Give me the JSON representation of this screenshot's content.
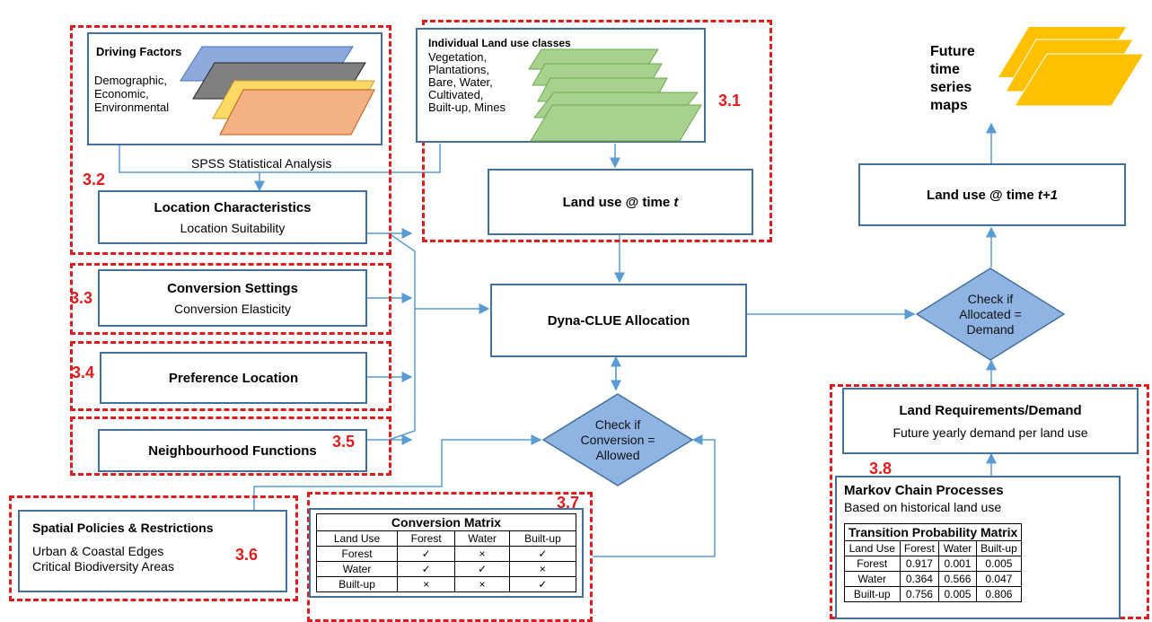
{
  "driving": {
    "title": "Driving Factors",
    "list": [
      "Demographic,",
      "Economic,",
      "Environmental"
    ]
  },
  "landuse_classes": {
    "title": "Individual Land use classes",
    "list": [
      "Vegetation,",
      "Plantations,",
      "Bare, Water,",
      "Cultivated,",
      "Built-up, Mines"
    ]
  },
  "spss": "SPSS Statistical Analysis",
  "future_maps": [
    "Future",
    "time",
    "series",
    "maps"
  ],
  "location": {
    "title": "Location Characteristics",
    "sub": "Location Suitability"
  },
  "landuse_t": {
    "prefix": "Land use @ time ",
    "var": "t"
  },
  "landuse_t1": {
    "prefix": "Land use @ time ",
    "var": "t+1"
  },
  "conversion": {
    "title": "Conversion Settings",
    "sub": "Conversion Elasticity"
  },
  "dyna": "Dyna-CLUE Allocation",
  "check_allocated": [
    "Check if",
    "Allocated =",
    "Demand"
  ],
  "preference": "Preference Location",
  "land_req": {
    "title": "Land Requirements/Demand",
    "sub": "Future yearly demand per land use"
  },
  "neighbourhood": "Neighbourhood Functions",
  "check_conversion": [
    "Check if",
    "Conversion =",
    "Allowed"
  ],
  "markov": {
    "title": "Markov Chain Processes",
    "sub": "Based on historical land use"
  },
  "spatial": {
    "title": "Spatial Policies & Restrictions",
    "list": [
      "Urban & Coastal Edges",
      "Critical Biodiversity Areas"
    ]
  },
  "labels": {
    "n31": "3.1",
    "n32": "3.2",
    "n33": "3.3",
    "n34": "3.4",
    "n35": "3.5",
    "n36": "3.6",
    "n37": "3.7",
    "n38": "3.8"
  },
  "conv_matrix": {
    "title": "Conversion Matrix",
    "header": [
      "Land Use",
      "Forest",
      "Water",
      "Built-up"
    ],
    "rows": [
      [
        "Forest",
        "✓",
        "×",
        "✓"
      ],
      [
        "Water",
        "✓",
        "✓",
        "×"
      ],
      [
        "Built-up",
        "×",
        "×",
        "✓"
      ]
    ]
  },
  "trans_matrix": {
    "title": "Transition Probability Matrix",
    "header": [
      "Land Use",
      "Forest",
      "Water",
      "Built-up"
    ],
    "rows": [
      [
        "Forest",
        "0.917",
        "0.001",
        "0.005"
      ],
      [
        "Water",
        "0.364",
        "0.566",
        "0.047"
      ],
      [
        "Built-up",
        "0.756",
        "0.005",
        "0.806"
      ]
    ]
  },
  "colors": {
    "box_border": "#41719c",
    "arrow": "#5b9bd5",
    "dash": "#e01c1c",
    "diamond": "#8fb4e3",
    "layer_green": "#a9d18e",
    "layer_gold": "#ffc000"
  }
}
